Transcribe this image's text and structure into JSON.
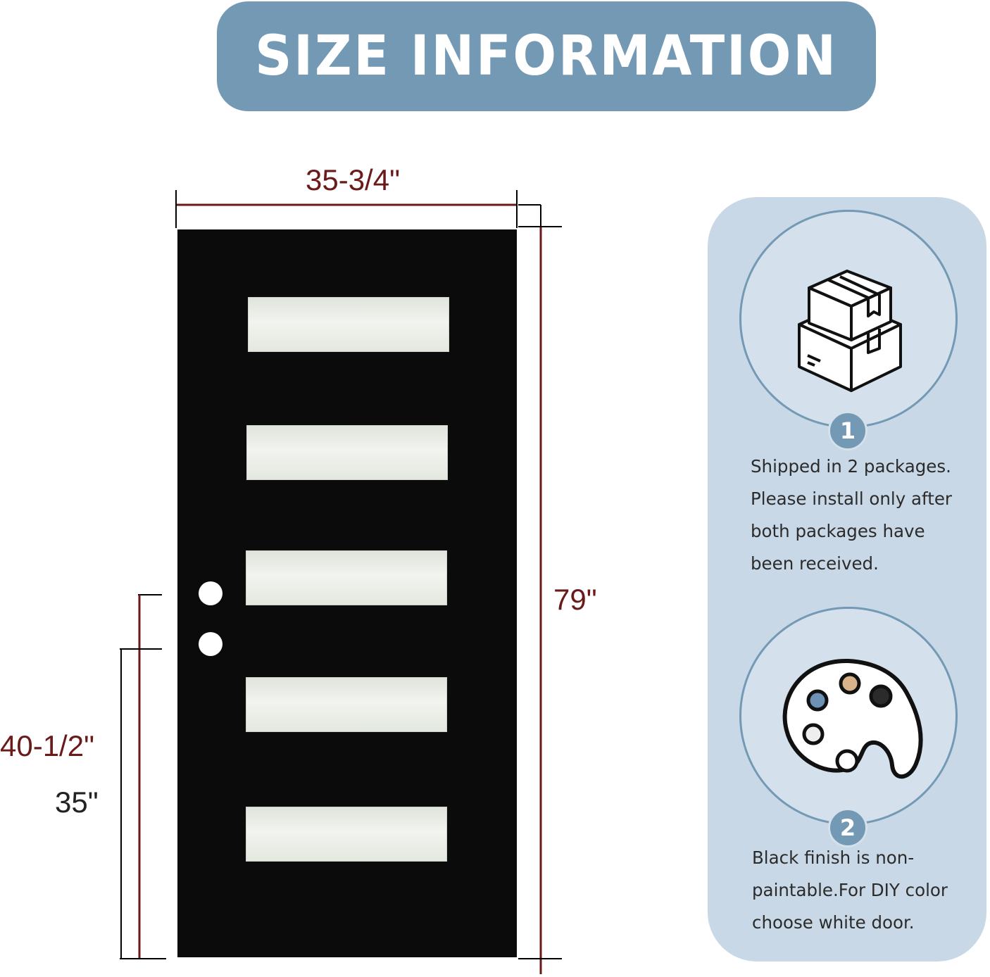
{
  "title": "SIZE INFORMATION",
  "dimensions": {
    "width": "35-3/4\"",
    "height": "79\"",
    "bore_upper": "40-1/2\"",
    "bore_lower": "35\""
  },
  "info": [
    {
      "number": "1",
      "icon": "stacked-boxes-icon",
      "lines": [
        "Shipped in 2 packages.",
        "Please install only after",
        "both packages have",
        "been received."
      ]
    },
    {
      "number": "2",
      "icon": "paint-palette-icon",
      "lines": [
        "Black finish is non-",
        "paintable.For DIY color",
        "choose white door."
      ]
    }
  ],
  "colors": {
    "accent": "#7399b4",
    "panel": "#c9d8e6",
    "dimension_text": "#6b1a1a",
    "door": "#0c0b0b"
  }
}
